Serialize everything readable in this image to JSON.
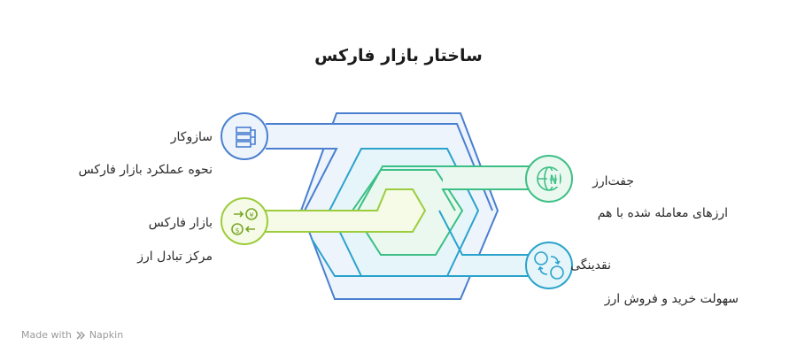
{
  "title": "ساختار بازار فارکس",
  "items": [
    {
      "heading": "سازوکار",
      "description": "نحوه عملکرد بازار فارکس",
      "icon": "org-chart-icon",
      "color": "#4a7fd0"
    },
    {
      "heading": "بازار فارکس",
      "description": "مرکز تبادل ارز",
      "icon": "currency-exchange-icon",
      "color": "#9ccc3c"
    },
    {
      "heading": "جفت‌ارز",
      "description": "ارزهای معامله شده با هم",
      "icon": "globe-currency-icon",
      "color": "#3cbf84"
    },
    {
      "heading": "نقدینگی",
      "description": "سهولت خرید و فروش ارز",
      "icon": "cycle-currency-icon",
      "color": "#29a3cc"
    }
  ],
  "footer": {
    "made_with": "Made with",
    "brand": "Napkin"
  }
}
